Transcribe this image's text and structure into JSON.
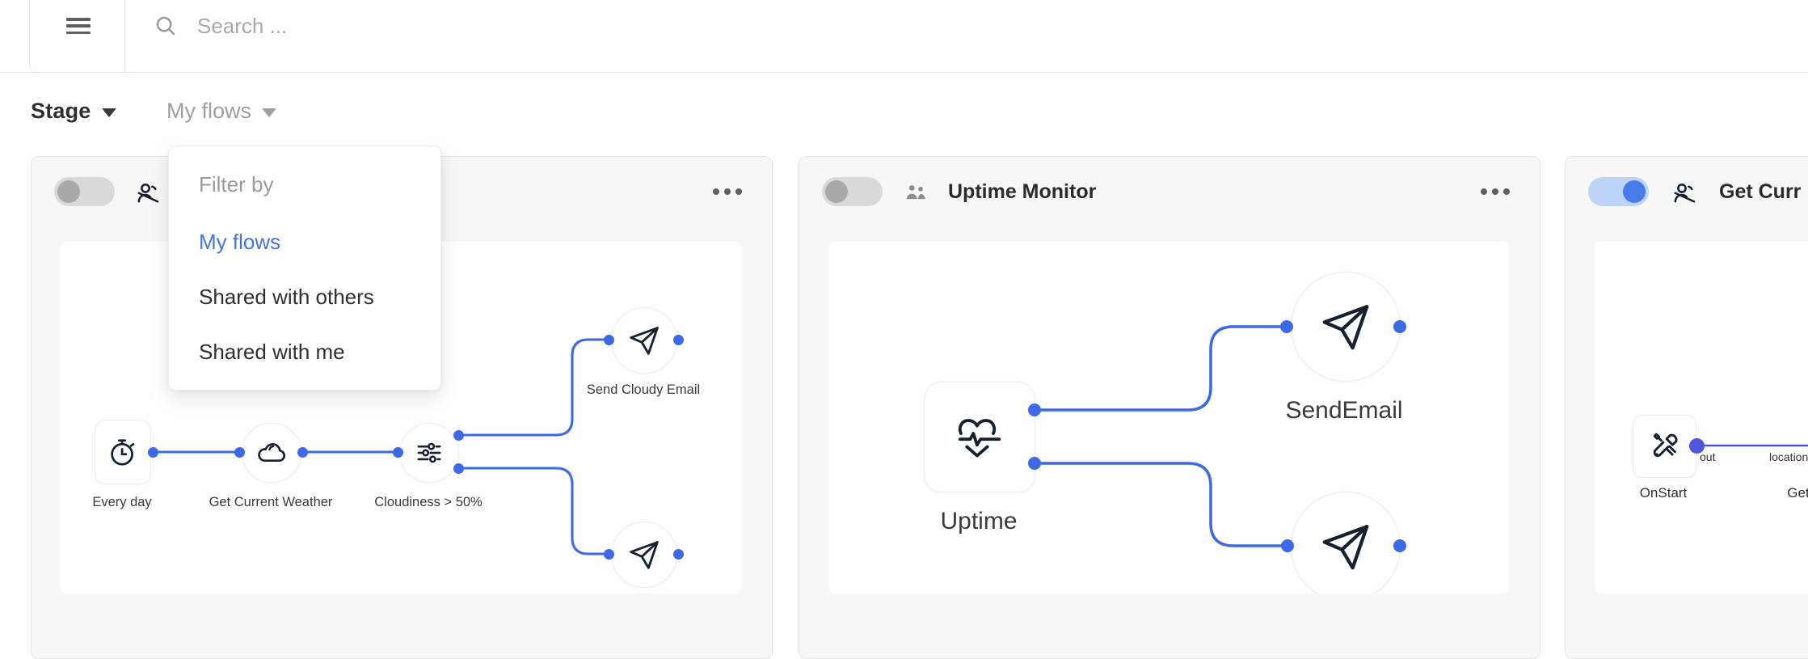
{
  "topbar": {
    "search_placeholder": "Search ..."
  },
  "workspace_menu": {
    "label": "Stage"
  },
  "flow_filter_menu": {
    "label": "My flows"
  },
  "filter_dropdown": {
    "heading": "Filter by",
    "selected": "My flows",
    "options": [
      "My flows",
      "Shared with others",
      "Shared with me"
    ]
  },
  "cards": [
    {
      "title": "",
      "toggle_state": "off",
      "share_state": "not-shared",
      "nodes": [
        {
          "label": "Every day"
        },
        {
          "label": "Get Current Weather"
        },
        {
          "label": "Cloudiness > 50%"
        },
        {
          "label": "Send Cloudy Email"
        },
        {
          "label": ""
        }
      ]
    },
    {
      "title": "Uptime Monitor",
      "toggle_state": "off",
      "share_state": "shared",
      "nodes": [
        {
          "label": "Uptime"
        },
        {
          "label": "SendEmail"
        },
        {
          "label": ""
        }
      ]
    },
    {
      "title": "Get Curr",
      "toggle_state": "on",
      "share_state": "not-shared",
      "nodes": [
        {
          "label": "OnStart"
        },
        {
          "label": "Get"
        }
      ],
      "port_labels": {
        "out": "out",
        "in": "location"
      }
    }
  ],
  "colors": {
    "wire_blue": "#3c69e6",
    "wire_indigo": "#4f55dd",
    "selected_blue": "#4473e5",
    "toggle_on_knob": "#4a7ce9",
    "toggle_on_track": "#bdd3f8",
    "toggle_off_knob": "#a9a9a9",
    "toggle_off_track": "#d9d9d9",
    "card_bg": "#f7f7f7",
    "muted_text": "#9b9b9b",
    "title_text": "#2b2b2b"
  }
}
